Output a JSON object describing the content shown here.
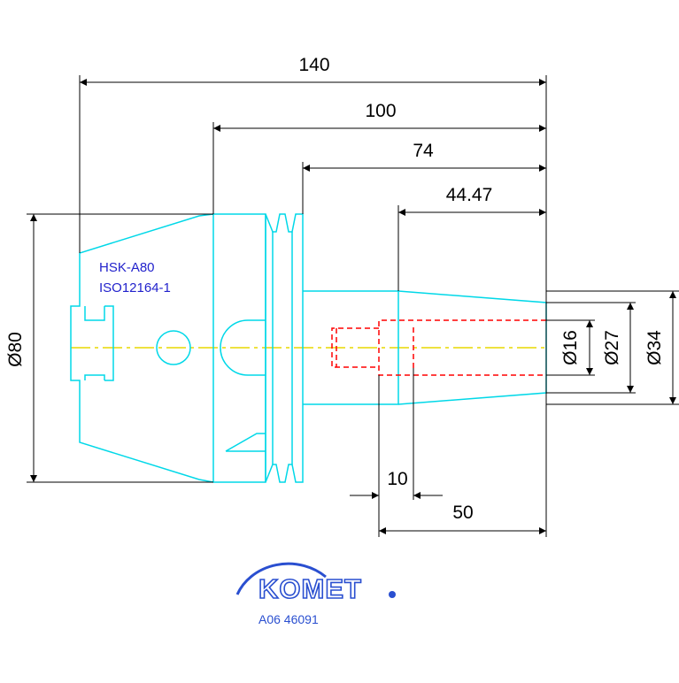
{
  "drawing": {
    "dimensions": {
      "overall_length": "140",
      "length_100": "100",
      "length_74": "74",
      "length_44": "44.47",
      "depth_10": "10",
      "length_50": "50",
      "dia_80": "Ø80",
      "dia_16": "Ø16",
      "dia_27": "Ø27",
      "dia_34": "Ø34"
    },
    "labels": {
      "interface": "HSK-A80",
      "standard": "ISO12164-1"
    },
    "brand": {
      "name": "KOMET",
      "part_number": "A06 46091"
    },
    "colors": {
      "outline": "#00d8e8",
      "bore": "#ff0000",
      "centerline": "#e8d800",
      "dimension": "#000000",
      "label": "#2222cc",
      "brand": "#2a4fd0"
    }
  }
}
